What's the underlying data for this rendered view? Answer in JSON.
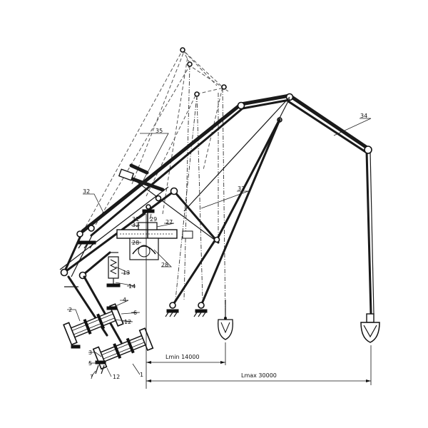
{
  "labels": {
    "n1": "1",
    "n2": "2",
    "n3": "3",
    "n4": "4",
    "n5": "5",
    "n6": "6",
    "n7": "7",
    "n12a": "12",
    "n12b": "12",
    "n13": "13",
    "n14": "14",
    "n27": "27",
    "n28a": "28",
    "n28b": "28",
    "n29": "29",
    "n31": "31",
    "n32a": "32",
    "n32b": "32",
    "n33": "33",
    "n34": "34",
    "n35": "35"
  },
  "dimensions": {
    "lmin": "Lmin 14000",
    "lmax": "Lmax 30000"
  }
}
